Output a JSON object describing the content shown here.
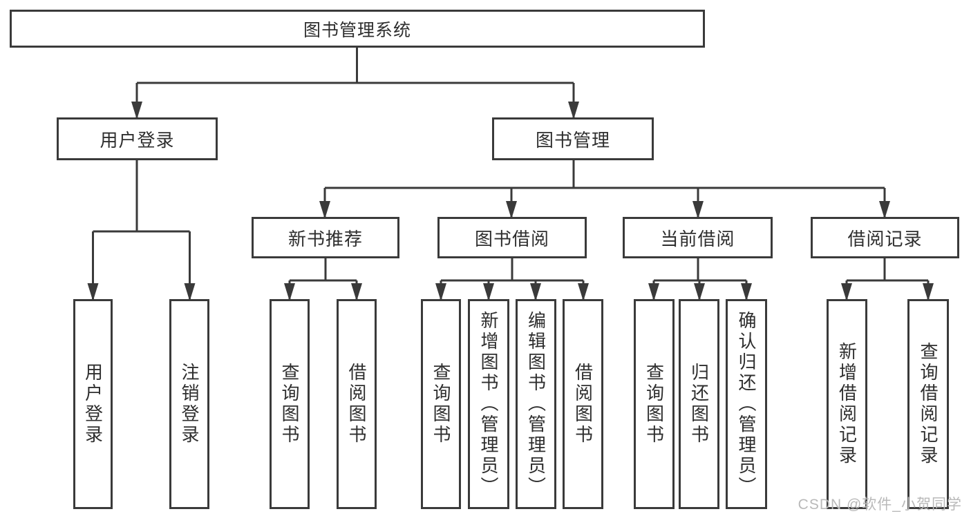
{
  "tree": {
    "label": "图书管理系统",
    "children": [
      {
        "label": "用户登录",
        "children": [
          {
            "label": "用户登录"
          },
          {
            "label": "注销登录"
          }
        ]
      },
      {
        "label": "图书管理",
        "children": [
          {
            "label": "新书推荐",
            "children": [
              {
                "label": "查询图书"
              },
              {
                "label": "借阅图书"
              }
            ]
          },
          {
            "label": "图书借阅",
            "children": [
              {
                "label": "查询图书"
              },
              {
                "label": "新增图书（管理员）"
              },
              {
                "label": "编辑图书（管理员）"
              },
              {
                "label": "借阅图书"
              }
            ]
          },
          {
            "label": "当前借阅",
            "children": [
              {
                "label": "查询图书"
              },
              {
                "label": "归还图书"
              },
              {
                "label": "确认归还（管理员）"
              }
            ]
          },
          {
            "label": "借阅记录",
            "children": [
              {
                "label": "新增借阅记录"
              },
              {
                "label": "查询借阅记录"
              }
            ]
          }
        ]
      }
    ]
  },
  "watermark": {
    "text": "CSDN @软件_小贺同学"
  },
  "colors": {
    "line": "#3a3a3a",
    "text": "#2e2e2e",
    "watermark": "#b9b9b9",
    "background": "#ffffff"
  }
}
